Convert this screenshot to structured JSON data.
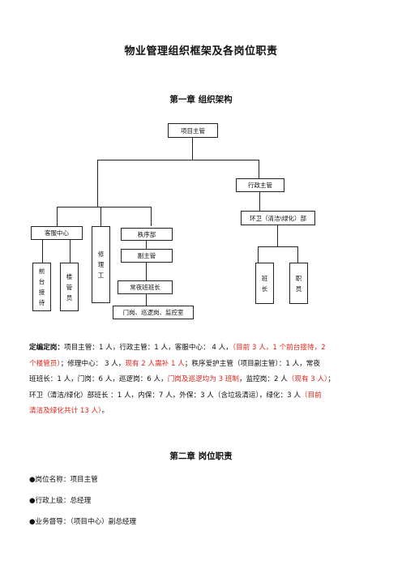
{
  "doc_title": "物业管理组织框架及各岗位职责",
  "chapter1": "第一章  组织架构",
  "org": {
    "project_manager": "项目主管",
    "admin_manager": "行政主管",
    "env_dept": "环卫（清洁\\绿化）部",
    "customer_center": "客服中心",
    "repair": [
      "修",
      "理",
      "工"
    ],
    "order_dept": "秩序部",
    "vice_manager": "副主管",
    "shift_leader": "常夜班班长",
    "posts": "门岗、巡逻岗、监控室",
    "front_desk": [
      "前",
      "台",
      "接",
      "待"
    ],
    "building_keeper": [
      "楼",
      "管",
      "员"
    ],
    "team_leader": [
      "班",
      "长"
    ],
    "staff": [
      "职",
      "员"
    ]
  },
  "staffing": {
    "l1_a": "定编定岗：",
    "l1_b": "项目主管：1 人，行政主管：1 人，客服中心： 4 人，",
    "l1_c": "（目前 3 人，1 个前台接待，2",
    "l2_a": "个楼管员）",
    "l2_b": "；修理中心： 3 人，",
    "l2_c": "现有 2 人需补 1 人",
    "l2_d": "；秩序爱护主管（项目副主管）：1 人，常夜",
    "l3_a": "班班长：1 人，门岗：6 人，巡逻岗：6 人，",
    "l3_b": "门岗及巡逻均为 3 班制",
    "l3_c": "，监控岗：2 人",
    "l3_d": "（现有 3 人）",
    "l3_e": "；",
    "l4_a": "环卫（清洁/绿化）部班长 ：1 人，内保：7 人，外保：3 人（含垃圾清运），绿化：3 人",
    "l4_b": "（目前",
    "l5_a": "清洁及绿化共计 13 人）",
    "l5_b": "。"
  },
  "chapter2": "第二章  岗位职责",
  "bullets": [
    "●岗位名称：项目主管",
    "●行政上级：总经理",
    "●业务督导：（项目中心）副总经理"
  ],
  "colors": {
    "red": "#e0261b"
  }
}
